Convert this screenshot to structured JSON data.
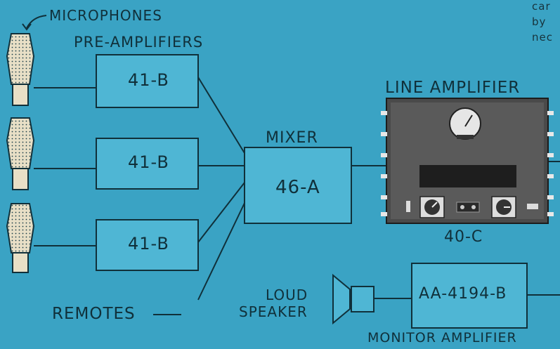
{
  "labels": {
    "microphones": "MICROPHONES",
    "pre_amplifiers": "PRE-AMPLIFIERS",
    "mixer": "MIXER",
    "line_amplifier": "LINE AMPLIFIER",
    "remotes": "REMOTES",
    "loud": "LOUD",
    "speaker": "SPEAKER",
    "monitor_amplifier": "MONITOR AMPLIFIER"
  },
  "boxes": {
    "preamp_1": "41-B",
    "preamp_2": "41-B",
    "preamp_3": "41-B",
    "mixer": "46-A",
    "line_amp": "40-C",
    "monitor_amp": "AA-4194-B"
  },
  "corner_text": [
    "car",
    "by",
    "nec"
  ],
  "colors": {
    "background": "#3aa3c4",
    "ink": "#10303a",
    "box_fill": "#4fb6d4",
    "panel": "#4a4a4a"
  }
}
